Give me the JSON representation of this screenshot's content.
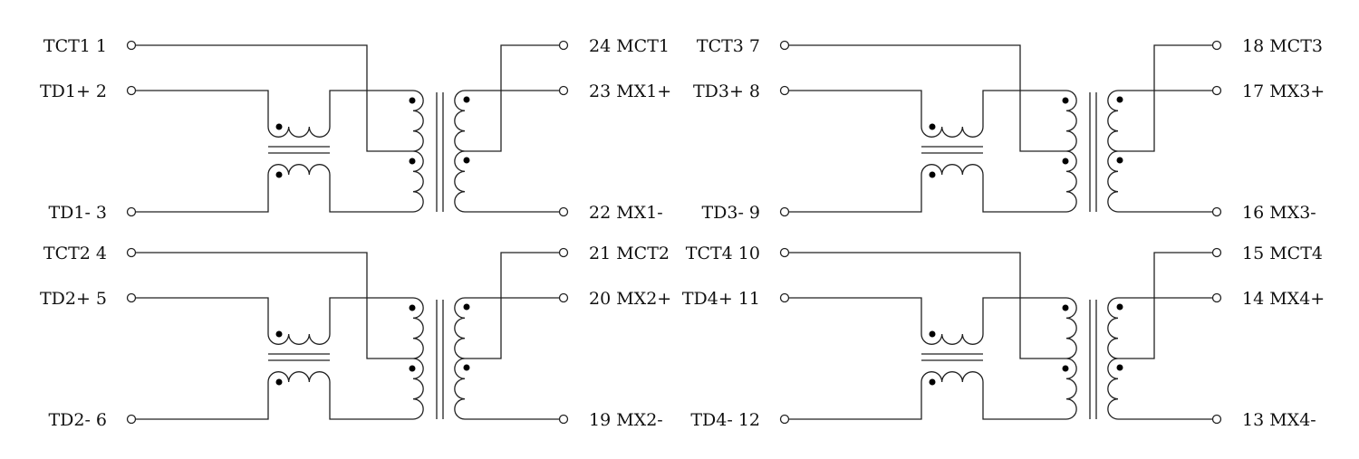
{
  "blocks": [
    {
      "left": [
        "TCT1  1",
        "TD1+  2",
        "TD1-  3"
      ],
      "right": [
        "24  MCT1",
        "23  MX1+",
        "22  MX1-"
      ]
    },
    {
      "left": [
        "TCT2  4",
        "TD2+  5",
        "TD2-  6"
      ],
      "right": [
        "21  MCT2",
        "20  MX2+",
        "19  MX2-"
      ]
    },
    {
      "left": [
        "TCT3  7",
        "TD3+  8",
        "TD3-  9"
      ],
      "right": [
        "18  MCT3",
        "17  MX3+",
        "16  MX3-"
      ]
    },
    {
      "left": [
        "TCT4  10",
        "TD4+  11",
        "TD4-  12"
      ],
      "right": [
        "15  MCT4",
        "14  MX4+",
        "13  MX4-"
      ]
    }
  ]
}
